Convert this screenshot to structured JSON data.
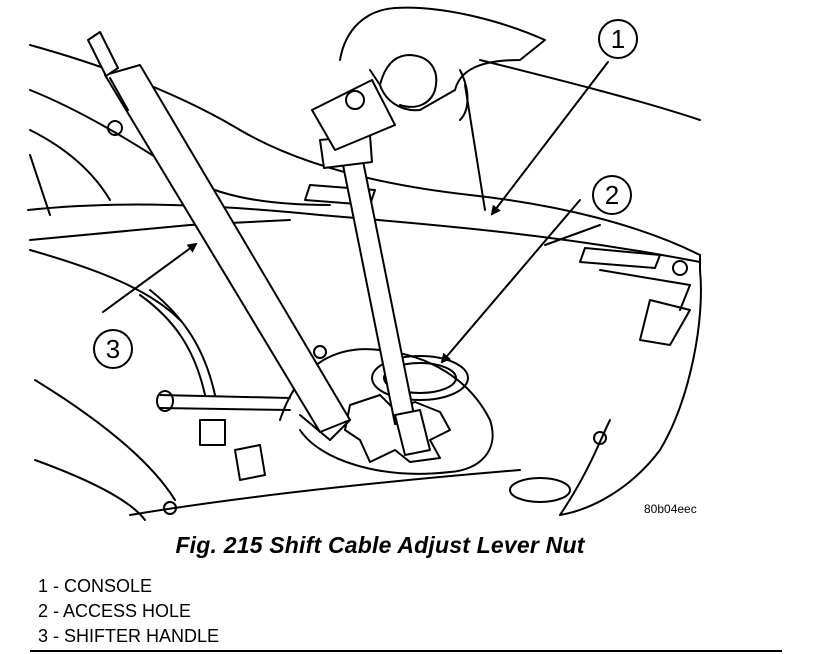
{
  "figure": {
    "code": "80b04eec",
    "caption": "Fig. 215 Shift Cable Adjust Lever Nut"
  },
  "callouts": [
    {
      "number": "1",
      "label": "CONSOLE"
    },
    {
      "number": "2",
      "label": "ACCESS HOLE"
    },
    {
      "number": "3",
      "label": "SHIFTER HANDLE"
    }
  ],
  "legend": [
    "1 - CONSOLE",
    "2 - ACCESS HOLE",
    "3 - SHIFTER HANDLE"
  ]
}
